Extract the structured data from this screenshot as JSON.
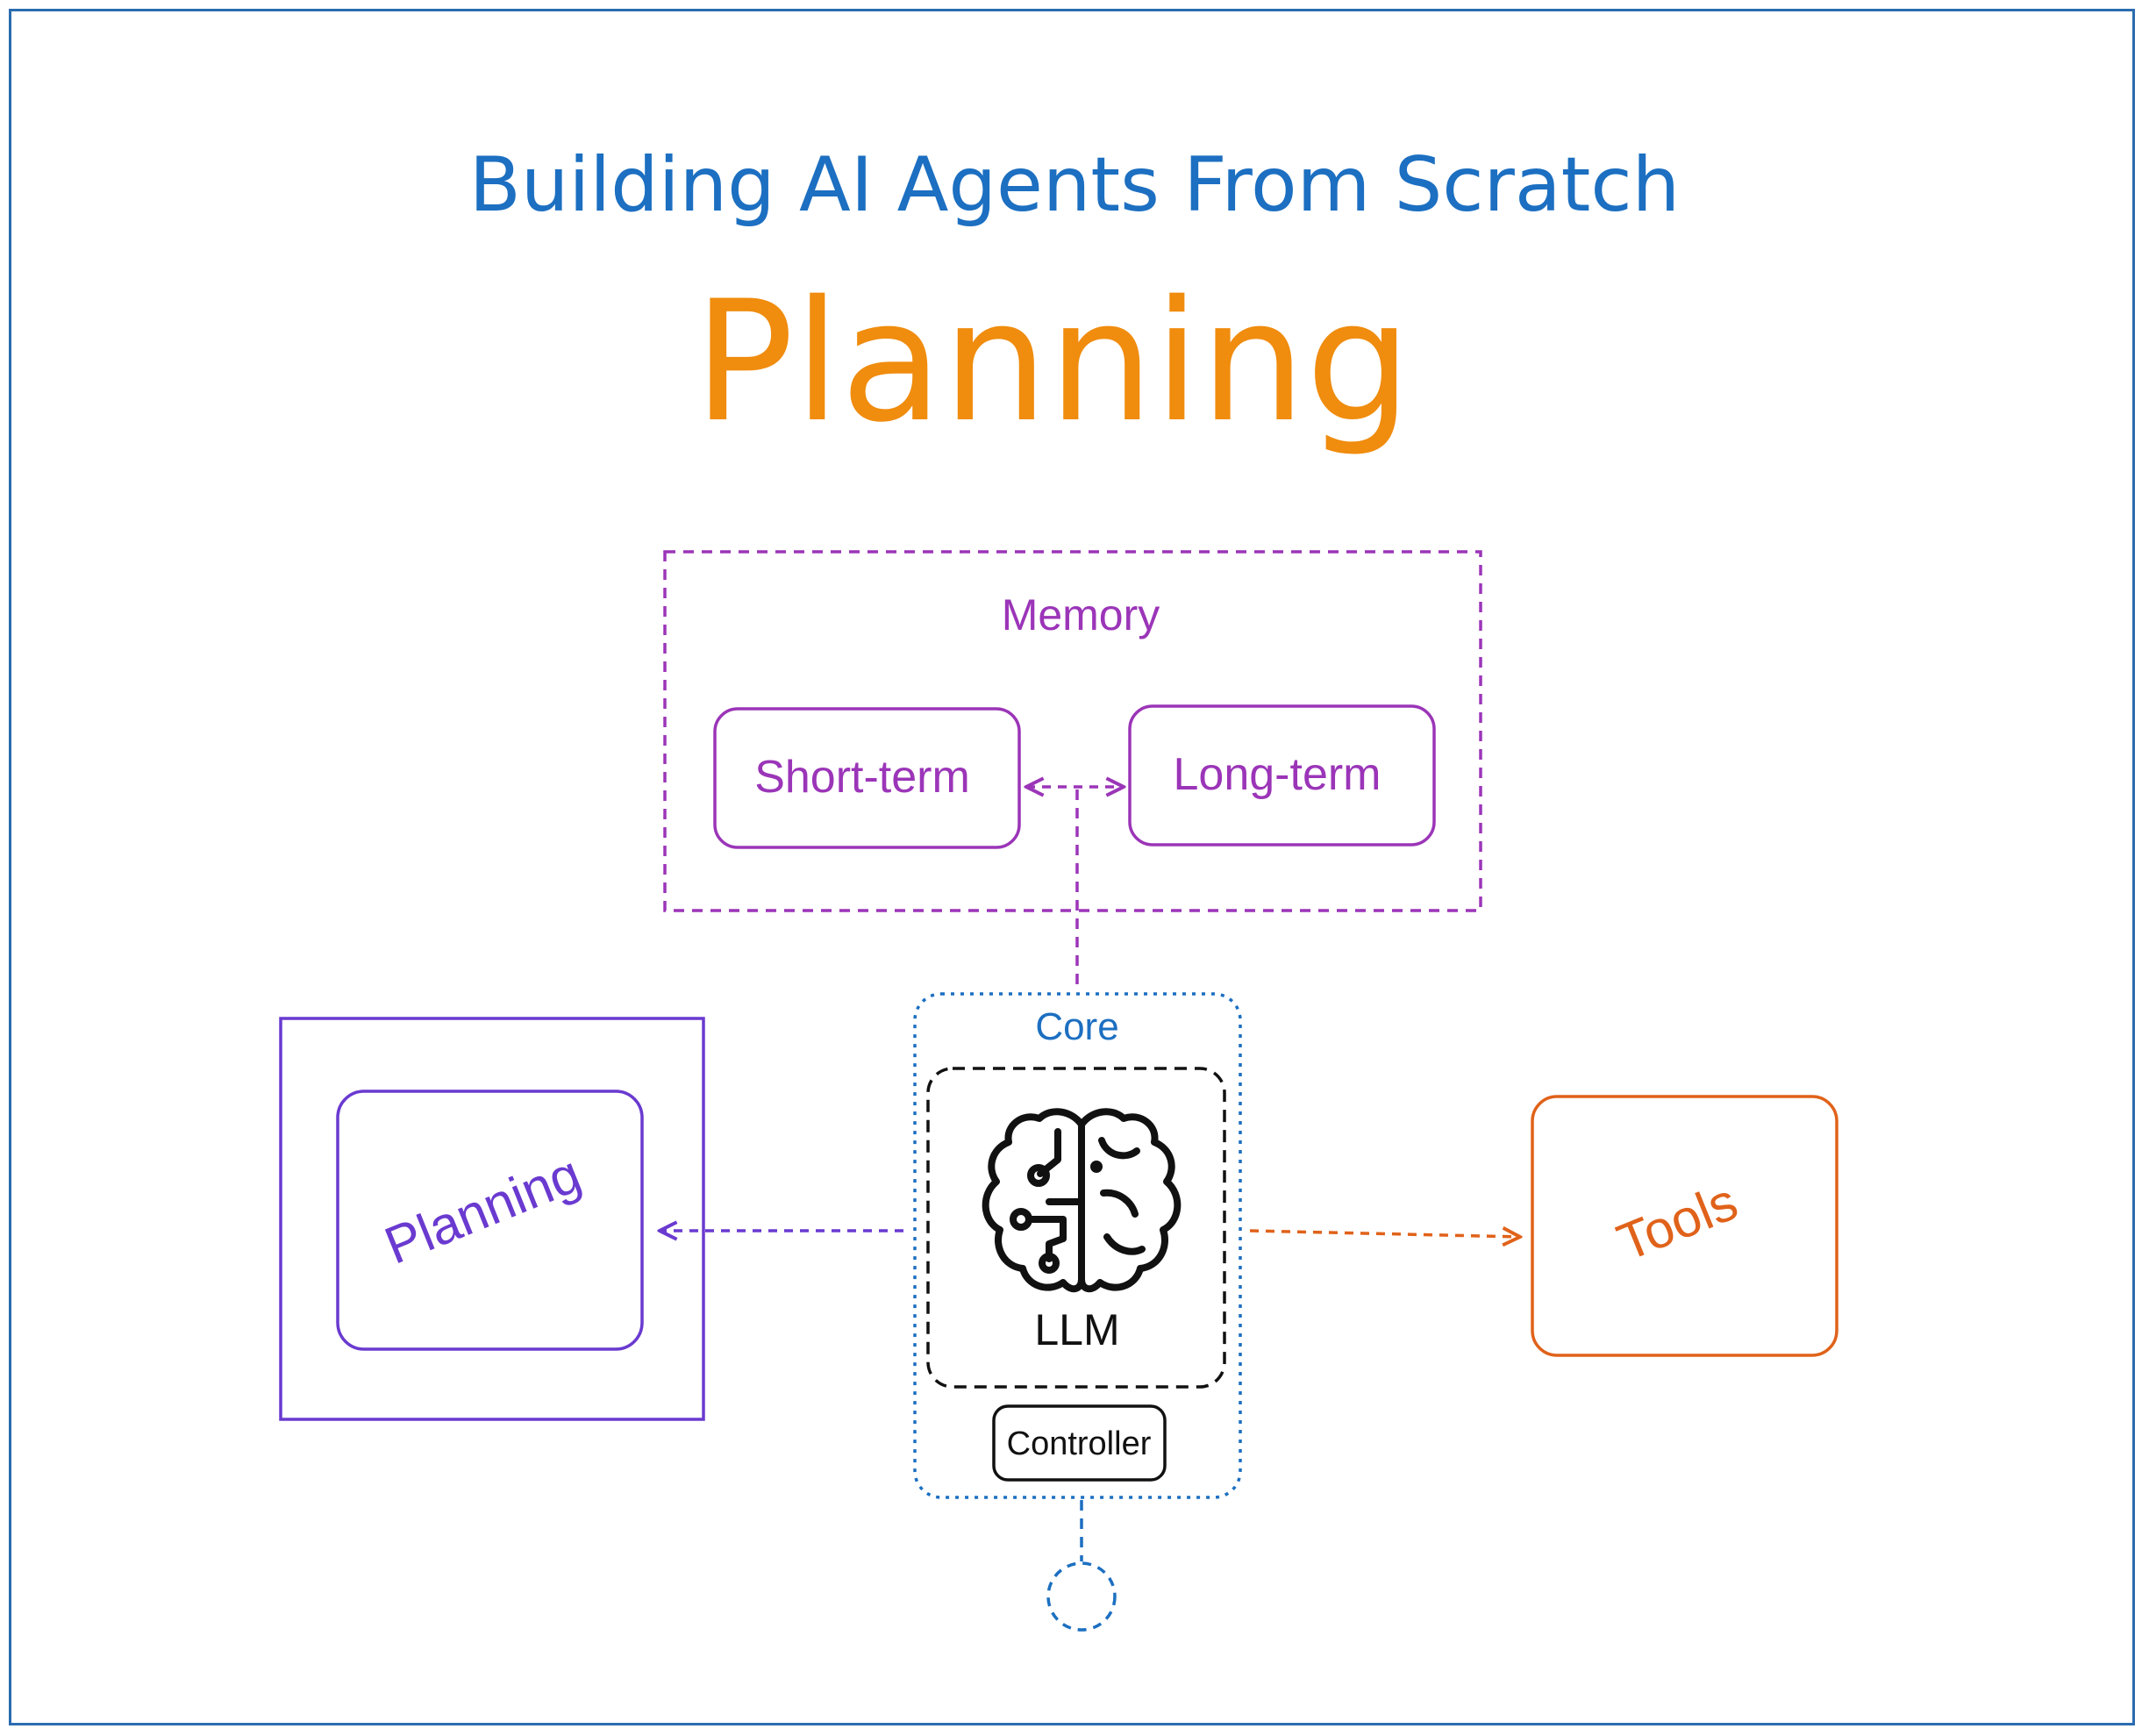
{
  "header": {
    "subtitle": "Building AI Agents From Scratch",
    "title": "Planning"
  },
  "memory": {
    "label": "Memory",
    "short_term": "Short-term",
    "long_term": "Long-term"
  },
  "core": {
    "label": "Core",
    "llm_label": "LLM",
    "controller_label": "Controller"
  },
  "planning_box": {
    "label": "Planning"
  },
  "tools_box": {
    "label": "Tools"
  },
  "colors": {
    "frame": "#2b6cb0",
    "subtitle": "#1c6fc1",
    "title": "#f08c0e",
    "memory": "#9b35b8",
    "core": "#1c6fc1",
    "planning": "#6a3ad0",
    "tools": "#e0621a",
    "llm": "#111111"
  },
  "icons": {
    "llm": "brain-circuit-icon"
  }
}
